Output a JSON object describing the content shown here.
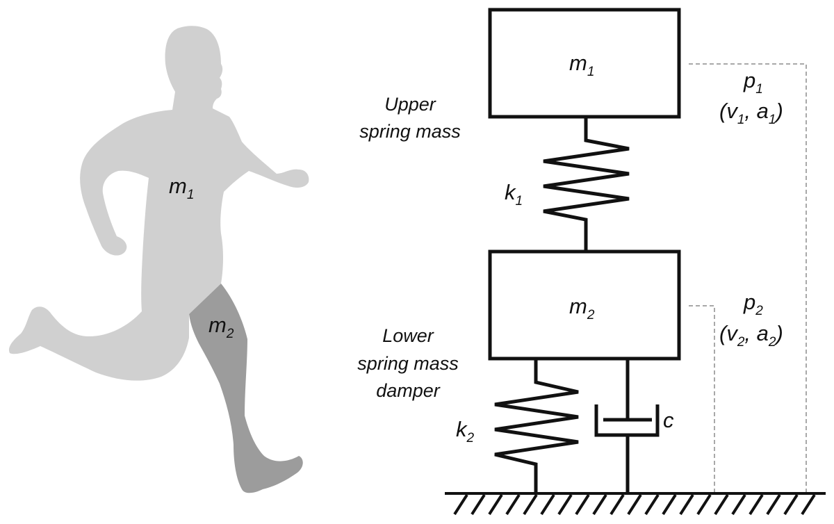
{
  "runner": {
    "upper_label": {
      "sym": "m",
      "sub": "1"
    },
    "leg_label": {
      "sym": "m",
      "sub": "2"
    },
    "body_color": "#d0d0d0",
    "leg_color": "#9c9c9c"
  },
  "model": {
    "mass1": {
      "sym": "m",
      "sub": "1"
    },
    "mass2": {
      "sym": "m",
      "sub": "2"
    },
    "spring1": {
      "sym": "k",
      "sub": "1"
    },
    "spring2": {
      "sym": "k",
      "sub": "2"
    },
    "damper": "c",
    "upper_caption": [
      "Upper",
      "spring mass"
    ],
    "lower_caption": [
      "Lower",
      "spring mass",
      "damper"
    ],
    "p1": {
      "sym": "p",
      "sub": "1",
      "paren_open": "(",
      "v": "v",
      "v_sub": "1",
      "sep": ", ",
      "a": "a",
      "a_sub": "1",
      "paren_close": ")"
    },
    "p2": {
      "sym": "p",
      "sub": "2",
      "paren_open": "(",
      "v": "v",
      "v_sub": "2",
      "sep": ", ",
      "a": "a",
      "a_sub": "2",
      "paren_close": ")"
    },
    "line_color": "#111111",
    "dash_color": "#a8a8a8"
  }
}
